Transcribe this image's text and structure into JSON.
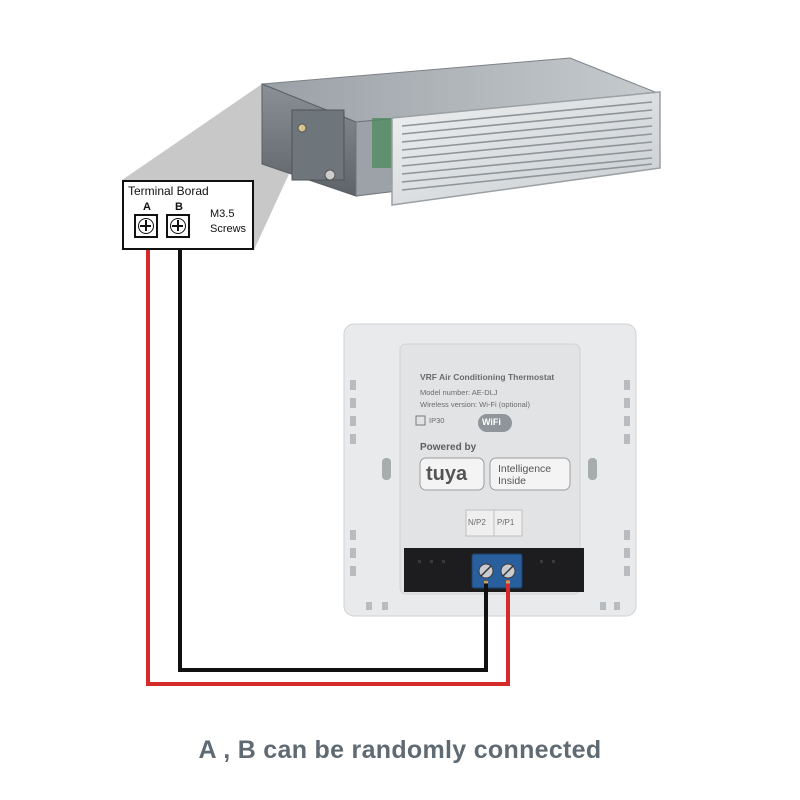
{
  "terminal_board": {
    "title": "Terminal Borad",
    "label_a": "A",
    "label_b": "B",
    "screw_size": "M3.5",
    "screw_word": "Screws"
  },
  "thermostat": {
    "product": "VRF Air Conditioning Thermostat",
    "model": "Model number: AE-DLJ",
    "wireless": "Wireless version: Wi-Fi (optional)",
    "ip_rating": "IP30",
    "wifi_badge": "WiFi",
    "powered_by": "Powered by",
    "brand": "tuya",
    "intelligence_line1": "Intelligence",
    "intelligence_line2": "Inside",
    "terminal_left": "N/P2",
    "terminal_right": "P/P1"
  },
  "caption": "A , B can be randomly connected",
  "colors": {
    "wire_red": "#d42a2a",
    "wire_black": "#111111",
    "caption": "#5f6a73",
    "terminal_block": "#2a5f9e"
  }
}
